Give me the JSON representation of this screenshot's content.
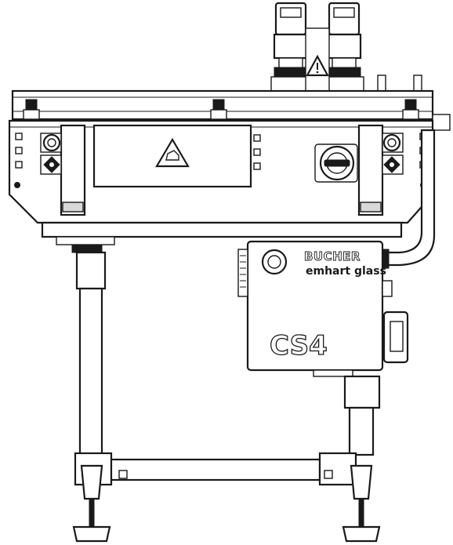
{
  "machine_labels": {
    "brand_line_1": "BUCHER",
    "brand_line_2": "emhart glass",
    "model": "CS4"
  },
  "icons": [
    "warning-triangle-icon",
    "mandatory-hand-icon",
    "rotary-switch-icon",
    "indicator-lamp-icon"
  ],
  "colors": {
    "line": "#1a1a1a",
    "fill": "#ffffff",
    "shade": "#d8d8d8"
  }
}
